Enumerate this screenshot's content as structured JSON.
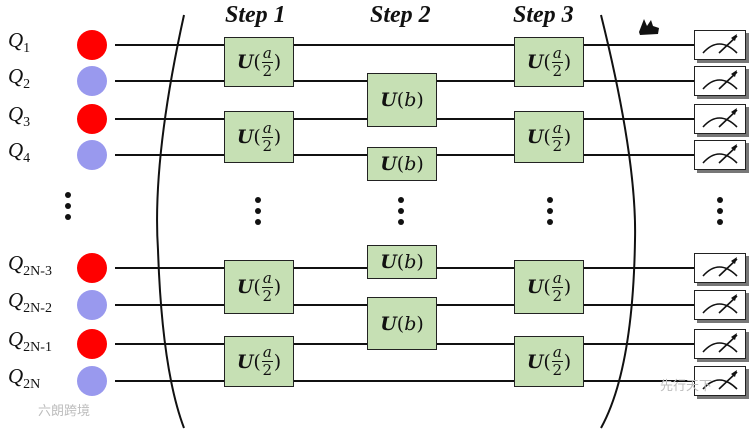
{
  "steps": [
    "Step 1",
    "Step 2",
    "Step 3"
  ],
  "qubits": [
    {
      "base": "Q",
      "sub": "1",
      "color": "#ff0000"
    },
    {
      "base": "Q",
      "sub": "2",
      "color": "#9999ee"
    },
    {
      "base": "Q",
      "sub": "3",
      "color": "#ff0000"
    },
    {
      "base": "Q",
      "sub": "4",
      "color": "#9999ee"
    },
    {
      "base": "Q",
      "sub": "2N-3",
      "color": "#ff0000"
    },
    {
      "base": "Q",
      "sub": "2N-2",
      "color": "#9999ee"
    },
    {
      "base": "Q",
      "sub": "2N-1",
      "color": "#ff0000"
    },
    {
      "base": "Q",
      "sub": "2N",
      "color": "#9999ee"
    }
  ],
  "gates": {
    "half": {
      "operator": "U",
      "numerator": "a",
      "denominator": "2"
    },
    "full": {
      "operator": "U",
      "argument": "b"
    }
  },
  "watermarks": {
    "left": "六朗跨境",
    "right": "先行天下"
  }
}
